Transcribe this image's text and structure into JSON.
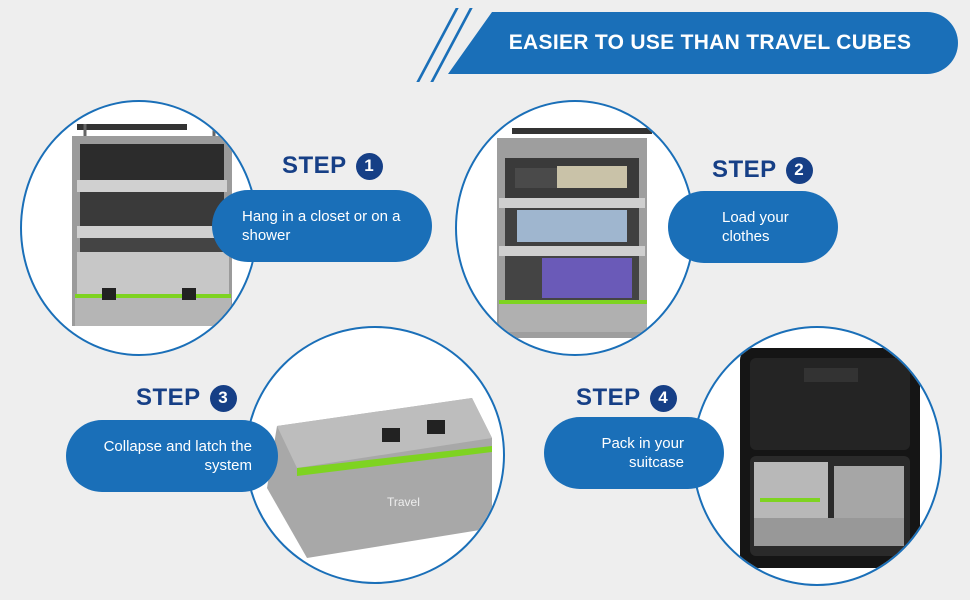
{
  "banner": {
    "title": "EASIER TO USE THAN TRAVEL CUBES"
  },
  "steps": [
    {
      "label": "STEP",
      "number": "1",
      "text": "Hang in a closet or on a shower"
    },
    {
      "label": "STEP",
      "number": "2",
      "text": "Load your clothes"
    },
    {
      "label": "STEP",
      "number": "3",
      "text": "Collapse and latch the system"
    },
    {
      "label": "STEP",
      "number": "4",
      "text": "Pack in your suitcase"
    }
  ],
  "brand": {
    "logo_text": "Travel"
  },
  "colors": {
    "accent": "#1a6fb8",
    "step_heading": "#163f86",
    "background": "#eeeeee",
    "zipper_green": "#7ed321"
  }
}
